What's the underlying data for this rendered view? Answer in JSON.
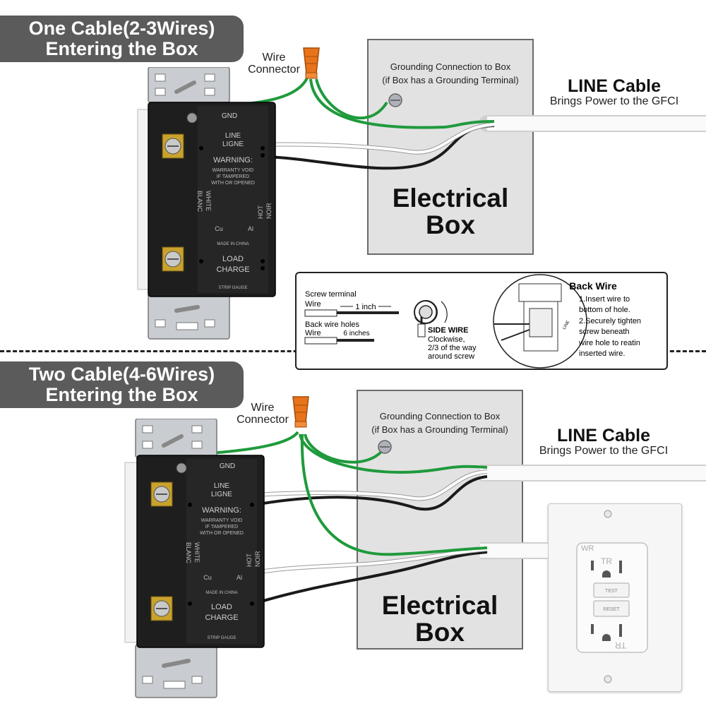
{
  "section1": {
    "title_line1": "One Cable(2-3Wires)",
    "title_line2": "Entering the Box",
    "wire_connector": [
      "Wire",
      "Connector"
    ],
    "grounding": [
      "Grounding Connection to Box",
      "(if Box has a Grounding Terminal)"
    ],
    "line_cable_title": "LINE Cable",
    "line_cable_sub": "Brings Power to the GFCI",
    "electrical_box": [
      "Electrical",
      "Box"
    ]
  },
  "section2": {
    "title_line1": "Two Cable(4-6Wires)",
    "title_line2": "Entering the Box",
    "wire_connector": [
      "Wire",
      "Connector"
    ],
    "grounding": [
      "Grounding Connection to Box",
      "(if Box has a Grounding Terminal)"
    ],
    "line_cable_title": "LINE Cable",
    "line_cable_sub": "Brings Power to the GFCI",
    "electrical_box": [
      "Electrical",
      "Box"
    ]
  },
  "outlet_labels": {
    "gnd": "GND",
    "line": "LINE",
    "ligne": "LIGNE",
    "warning": "WARNING:",
    "warranty": [
      "WARRANTY VOID",
      "IF TAMPERED",
      "WITH OR OPENED"
    ],
    "white": "WHITE",
    "blanc": "BLANC",
    "hot": "HOT",
    "noir": "NOIR",
    "made_in": "MADE IN CHINA",
    "load": "LOAD",
    "charge": "CHARGE",
    "strip_gauge": "STRIP GAUGE",
    "cu": "Cu",
    "al": "Al"
  },
  "info_panel": {
    "screw_terminal": "Screw terminal",
    "wire1": "Wire",
    "one_inch": "1 inch",
    "back_wire_holes": "Back wire holes",
    "wire2": "Wire",
    "six_inches": "6 inches",
    "side_wire_title": "SIDE WIRE",
    "side_wire_lines": [
      "Clockwise,",
      "2/3 of the way",
      "around screw"
    ],
    "back_wire_title": "Back Wire",
    "back_wire_lines": [
      "1.Insert wire to",
      "bottom of hole.",
      "2.Securely tighten",
      "screw beneath",
      "wire hole to reatin",
      "inserted wire."
    ],
    "illus_line": "LINE"
  },
  "gfci_outlet": {
    "wr": "WR",
    "tr_top": "TR",
    "tr_bottom": "TR",
    "test": "TEST",
    "reset": "RESET"
  },
  "colors": {
    "ground_wire": "#1f9a3c",
    "neutral_wire": "#ffffff",
    "hot_wire": "#1a1a1a",
    "wire_connector": "#e8731a",
    "tag_bg": "#5b5b5b",
    "box_fill": "#e2e2e2"
  }
}
